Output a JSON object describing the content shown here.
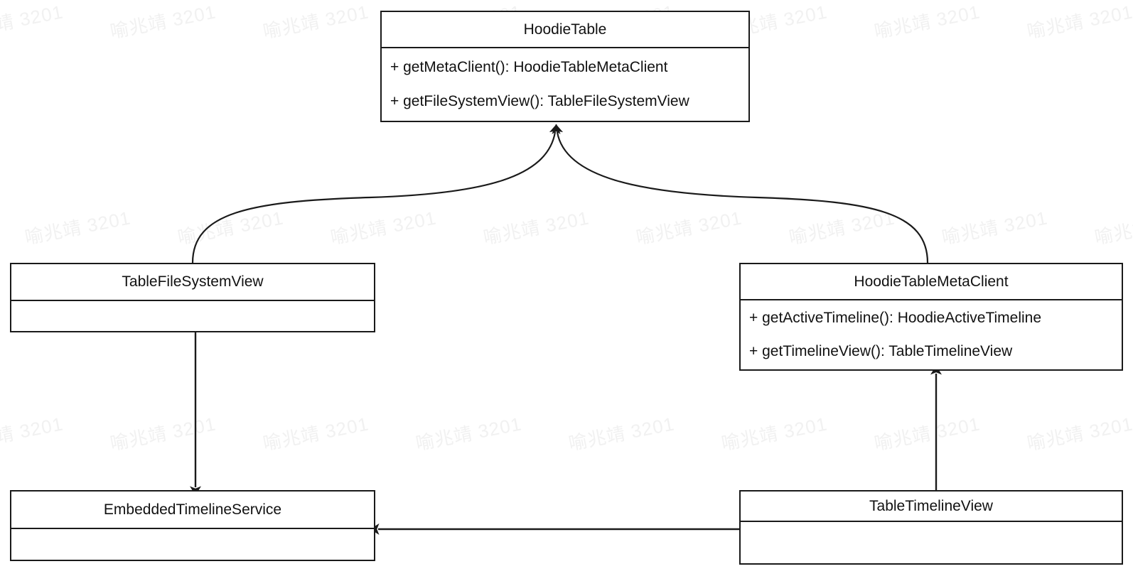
{
  "diagram": {
    "type": "uml-class-diagram",
    "background_color": "#ffffff",
    "line_color": "#1a1a1a",
    "text_color": "#111111"
  },
  "watermark": {
    "text": "喻兆靖 3201",
    "color": "#f1f1f1",
    "rotation_deg": -11
  },
  "classes": {
    "hoodie_table": {
      "name": "HoodieTable",
      "members": [
        "+ getMetaClient(): HoodieTableMetaClient",
        "+ getFileSystemView(): TableFileSystemView"
      ]
    },
    "table_file_system_view": {
      "name": "TableFileSystemView",
      "members": []
    },
    "hoodie_table_meta_client": {
      "name": "HoodieTableMetaClient",
      "members": [
        "+ getActiveTimeline(): HoodieActiveTimeline",
        "+ getTimelineView(): TableTimelineView"
      ]
    },
    "embedded_timeline_service": {
      "name": "EmbeddedTimelineService",
      "members": []
    },
    "table_timeline_view": {
      "name": "TableTimelineView",
      "members": []
    }
  },
  "relations": [
    {
      "from": "TableFileSystemView",
      "to": "HoodieTable",
      "style": "curved",
      "arrow": "solid-filled"
    },
    {
      "from": "HoodieTableMetaClient",
      "to": "HoodieTable",
      "style": "curved",
      "arrow": "solid-filled"
    },
    {
      "from": "TableFileSystemView",
      "to": "EmbeddedTimelineService",
      "style": "straight",
      "arrow": "solid-filled"
    },
    {
      "from": "TableTimelineView",
      "to": "HoodieTableMetaClient",
      "style": "straight",
      "arrow": "solid-filled"
    },
    {
      "from": "TableTimelineView",
      "to": "EmbeddedTimelineService",
      "style": "straight",
      "arrow": "solid-filled"
    }
  ]
}
